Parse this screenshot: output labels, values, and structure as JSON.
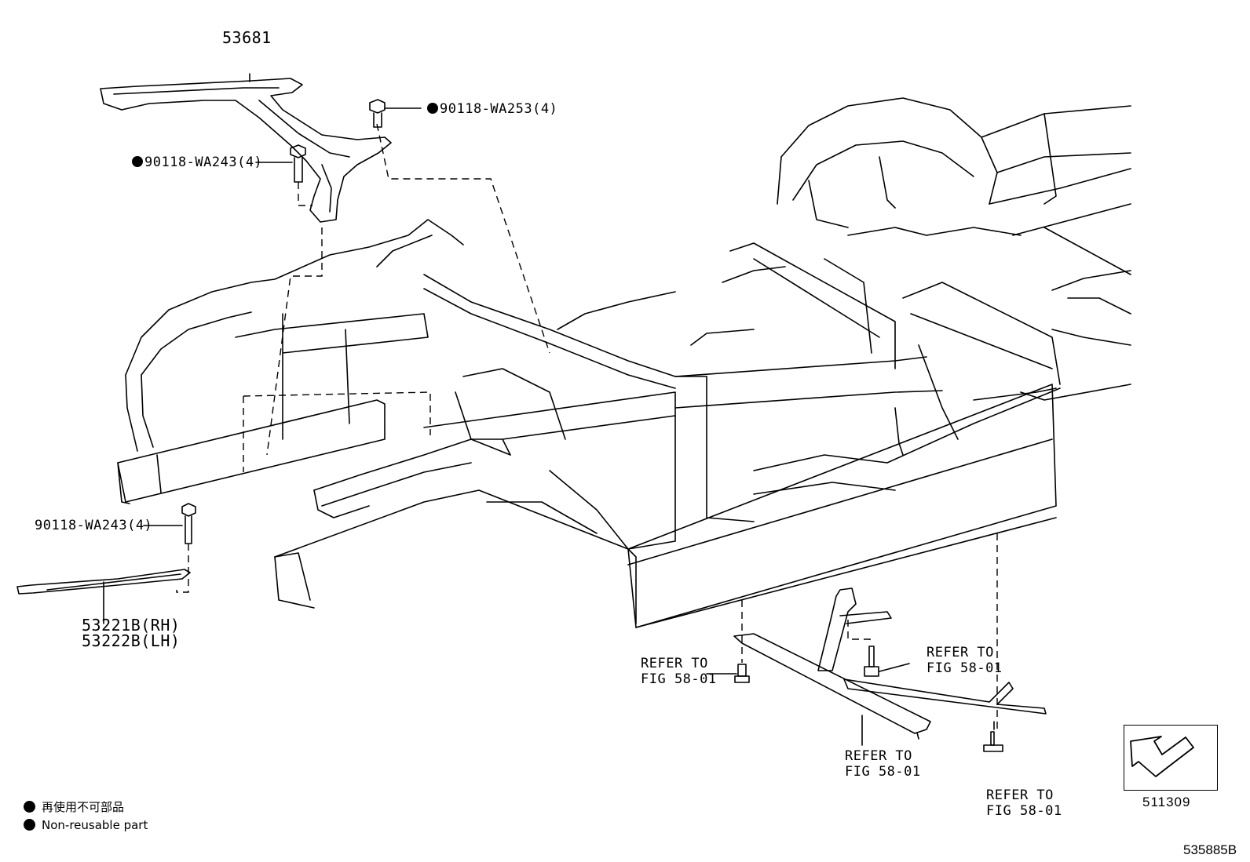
{
  "labels": {
    "part_53681": "53681",
    "bolt_wa253": "90118-WA253(4)",
    "bolt_wa243_top": "90118-WA243(4)",
    "bolt_wa243_bottom": "90118-WA243(4)",
    "part_53221b": "53221B(RH)",
    "part_53222b": "53222B(LH)",
    "refer_a_line1": "REFER TO",
    "refer_a_line2": "FIG 58-01",
    "refer_b_line1": "REFER TO",
    "refer_b_line2": "FIG 58-01",
    "refer_c_line1": "REFER TO",
    "refer_c_line2": "FIG 58-01",
    "refer_d_line1": "REFER TO",
    "refer_d_line2": "FIG 58-01"
  },
  "legend": {
    "non_reusable_jp": "再使用不可部品",
    "non_reusable_en": "Non-reusable part"
  },
  "inset": {
    "code": "511309"
  },
  "figure_code": "535885B"
}
